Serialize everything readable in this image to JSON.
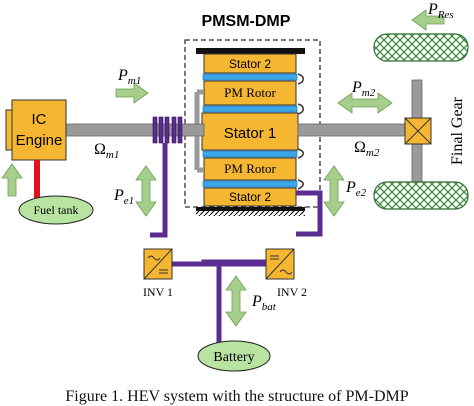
{
  "diagram": {
    "title": "PMSM-DMP",
    "ic_engine": {
      "line1": "IC",
      "line2": "Engine"
    },
    "fuel_tank": "Fuel tank",
    "stator2_top": "Stator 2",
    "pm_rotor_top": "PM Rotor",
    "stator1": "Stator 1",
    "pm_rotor_bottom": "PM Rotor",
    "stator2_bottom": "Stator 2",
    "final_gear": "Final Gear",
    "inv1": "INV 1",
    "inv2": "INV 2",
    "battery": "Battery",
    "symbols": {
      "pm1_base": "P",
      "pm1_sub": "m1",
      "pm2_base": "P",
      "pm2_sub": "m2",
      "pres_base": "P",
      "pres_sub": "Res",
      "pe1_base": "P",
      "pe1_sub": "e1",
      "pe2_base": "P",
      "pe2_sub": "e2",
      "pbat_base": "P",
      "pbat_sub": "bat",
      "om1_base": "Ω",
      "om1_sub": "m1",
      "om2_base": "Ω",
      "om2_sub": "m2"
    }
  },
  "caption": "Figure 1.    HEV system with the structure of PM-DMP",
  "colors": {
    "component_fill": "#f5b731",
    "pm_blue": "#3ba7e8",
    "purple": "#5b2d90",
    "red": "#e0141e",
    "green_fill": "#b9e3a0",
    "green_arrow": "#a7cf8c",
    "gray_shaft": "#9a9a9a",
    "wheel_hatch": "#3c8c3c"
  }
}
